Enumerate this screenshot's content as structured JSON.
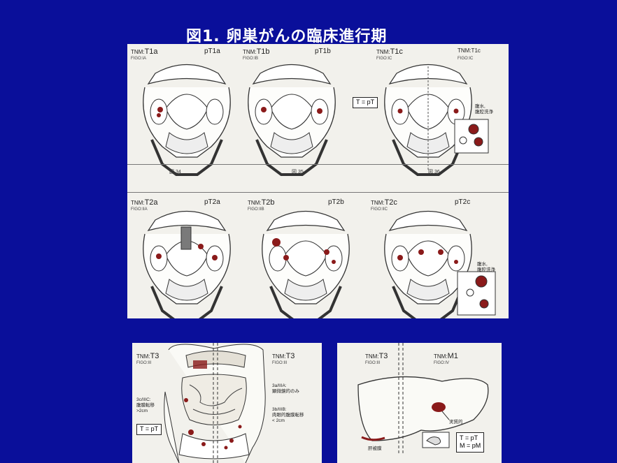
{
  "title": "図1. 卵巣がんの臨床進行期",
  "top_panel": {
    "row1": [
      {
        "tnm_prefix": "TNM:",
        "tnm_stage": "T1a",
        "figo": "FIGO:IA",
        "pt": "pT1a",
        "fig": "図 34"
      },
      {
        "tnm_prefix": "TNM:",
        "tnm_stage": "T1b",
        "figo": "FIGO:IB",
        "pt": "pT1b",
        "fig": "図 35"
      },
      {
        "tnm_prefix": "TNM:",
        "tnm_stage": "T1c",
        "figo": "FIGO:IC",
        "pt": "TNM:T1c",
        "pt2": "FIGO:IC",
        "fig": "図 36"
      }
    ],
    "row2": [
      {
        "tnm_prefix": "TNM:",
        "tnm_stage": "T2a",
        "figo": "FIGO:IIA",
        "pt": "pT2a"
      },
      {
        "tnm_prefix": "TNM:",
        "tnm_stage": "T2b",
        "figo": "FIGO:IIB",
        "pt": "pT2b"
      },
      {
        "tnm_prefix": "TNM:",
        "tnm_stage": "T2c",
        "figo": "FIGO:IIC",
        "pt": "pT2c"
      }
    ],
    "t_equals": "T = pT",
    "ascites1": "腹水,\n腹腔洗浄",
    "ascites2": "腹水,\n腹腔洗浄"
  },
  "bottom_left": {
    "left_tnm_prefix": "TNM:",
    "left_tnm_stage": "T3",
    "left_figo": "FIGO:III",
    "right_tnm_prefix": "TNM:",
    "right_tnm_stage": "T3",
    "right_figo": "FIGO:III",
    "note_3c": "3c/IIIC:\n腹膜転移\n>2cm",
    "note_3a": "3a/IIIA:\n顕微鏡的のみ",
    "note_3b": "3b/IIIB:\n肉眼的腹膜転移\n< 2cm",
    "t_equals": "T = pT"
  },
  "bottom_right": {
    "left_tnm_prefix": "TNM:",
    "left_tnm_stage": "T3",
    "left_figo": "FIGO:III",
    "right_tnm_prefix": "TNM:",
    "right_tnm_stage": "M1",
    "right_figo": "FIGO:IV",
    "label_parenchymal": "実質的",
    "label_capsule": "肝被膜",
    "t_equals": "T = pT",
    "m_equals": "M = pM"
  },
  "colors": {
    "background": "#0a0f9a",
    "panel": "#f2f1ec",
    "tumor": "#8a1a1a"
  }
}
